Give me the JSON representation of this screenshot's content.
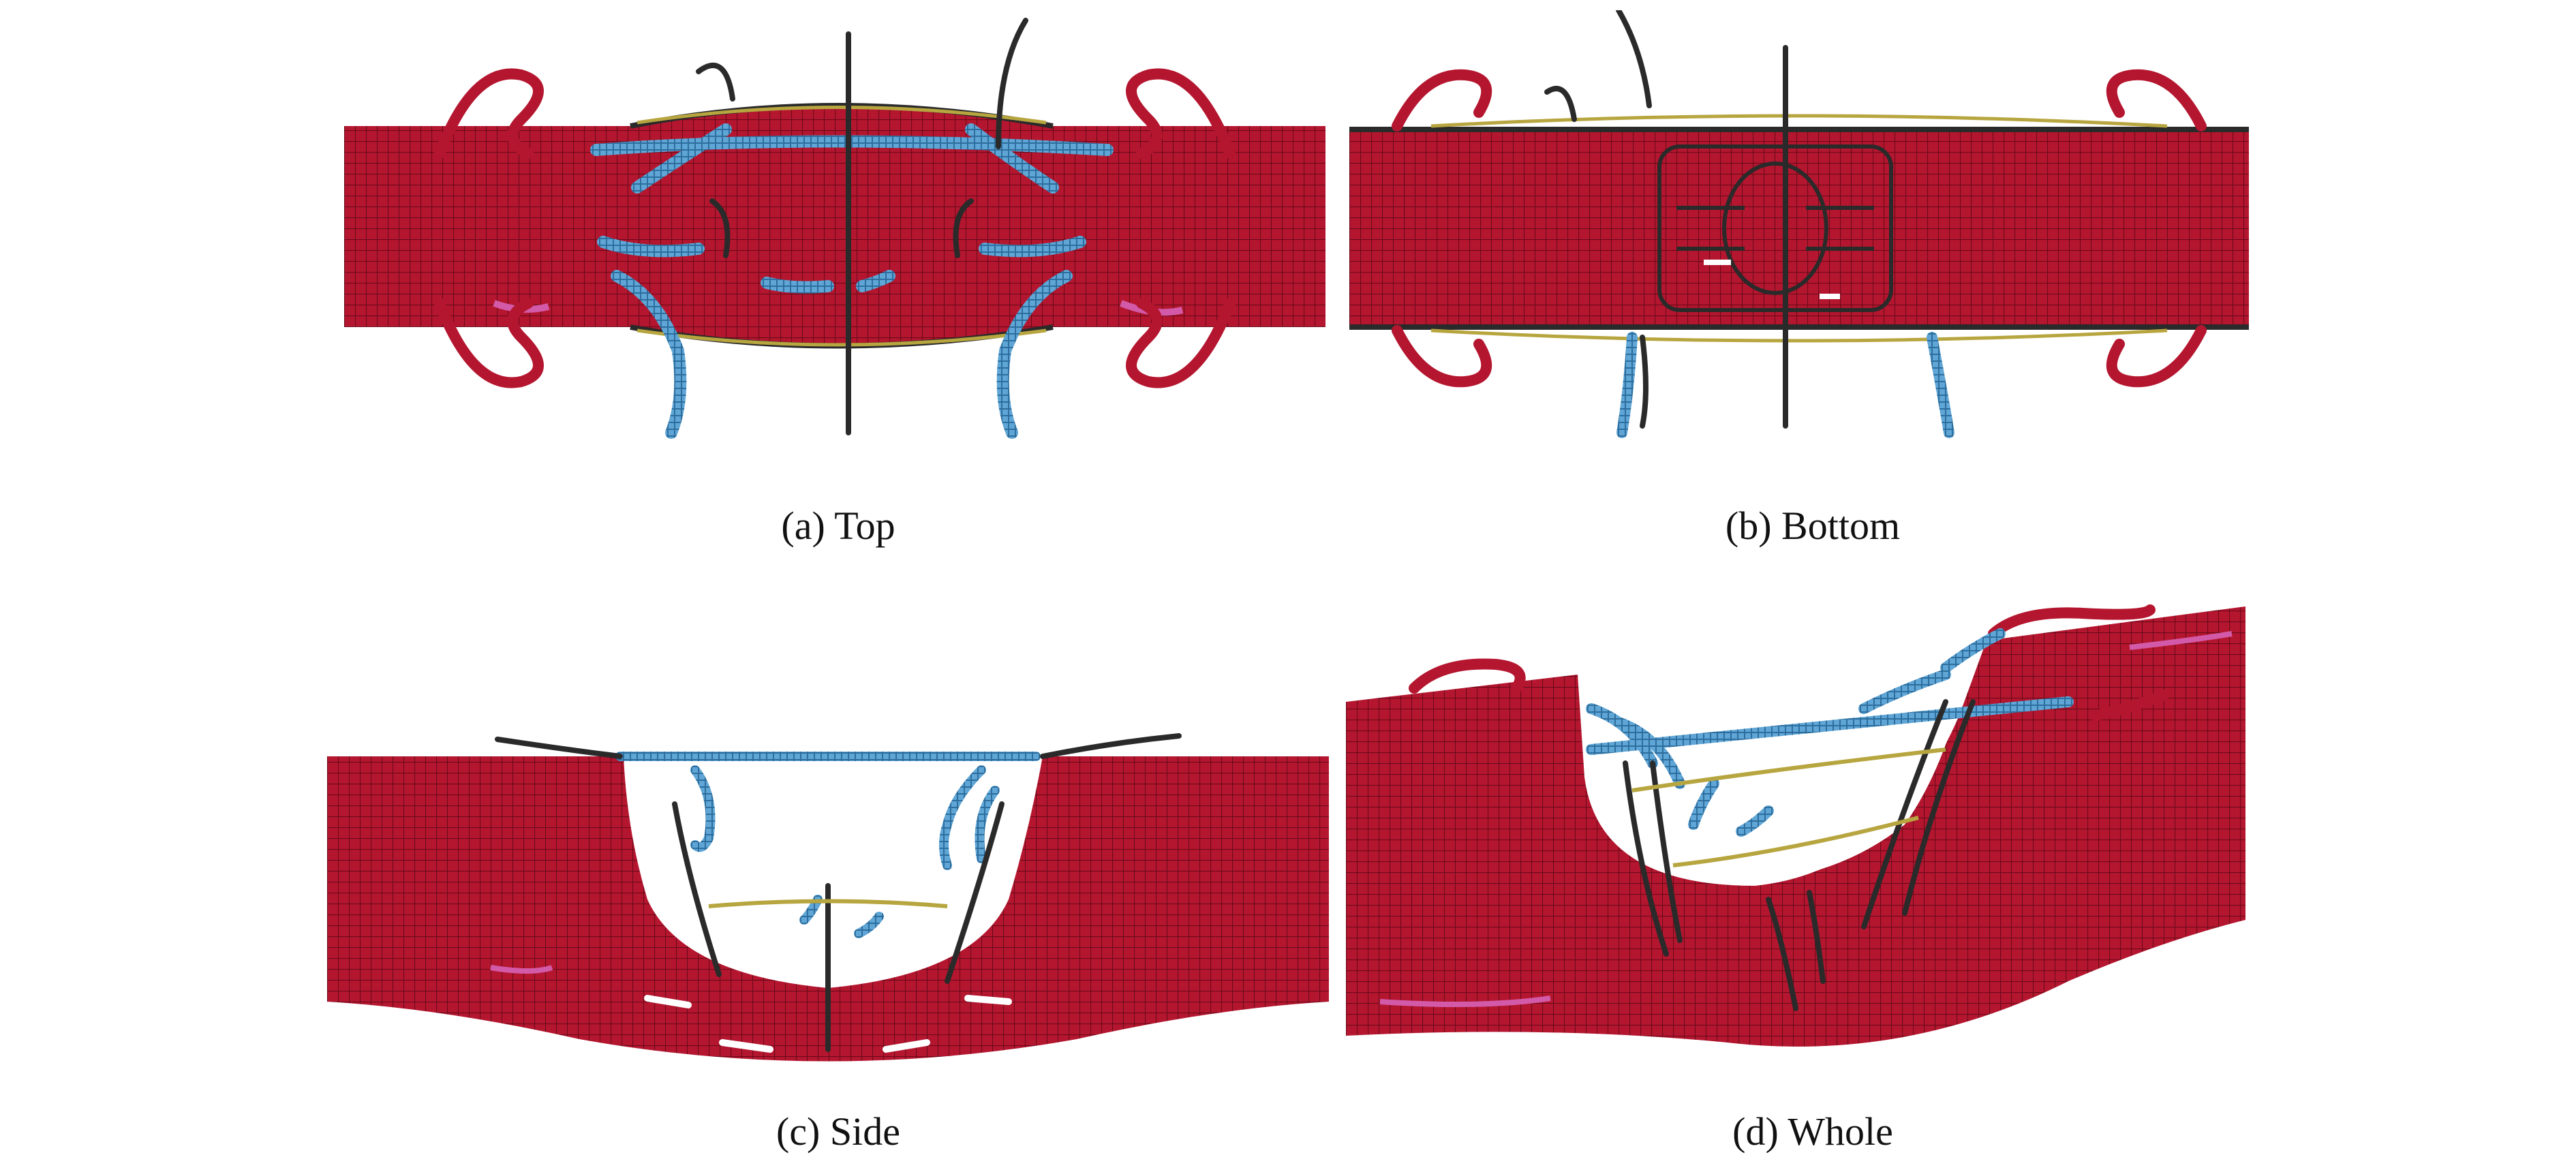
{
  "figure": {
    "panels": [
      {
        "id": "a",
        "caption": "(a) Top"
      },
      {
        "id": "b",
        "caption": "(b) Bottom"
      },
      {
        "id": "c",
        "caption": "(c) Side"
      },
      {
        "id": "d",
        "caption": "(d) Whole"
      }
    ]
  },
  "colors": {
    "concrete_mesh": "#b5162f",
    "mesh_line": "#6b0a1a",
    "rebar_blue": "#5fa6d6",
    "rebar_dark": "#2a2a2a",
    "rebar_yellow": "#b7a640",
    "damage_pink": "#d35aa8"
  }
}
